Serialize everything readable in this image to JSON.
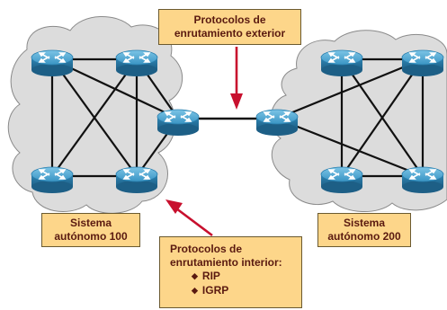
{
  "exterior_label": {
    "line1": "Protocolos de",
    "line2": "enrutamiento exterior"
  },
  "as100_label": {
    "line1": "Sistema",
    "line2": "autónomo 100"
  },
  "as200_label": {
    "line1": "Sistema",
    "line2": "autónomo 200"
  },
  "interior_label": {
    "line1": "Protocolos de",
    "line2": "enrutamiento interior:",
    "items": [
      "RIP",
      "IGRP"
    ]
  },
  "colors": {
    "cloud": "#dcdcdc",
    "router": "#3f9ccb",
    "arrow": "#c8102e",
    "box": "#fdd68a",
    "link": "#111111"
  }
}
